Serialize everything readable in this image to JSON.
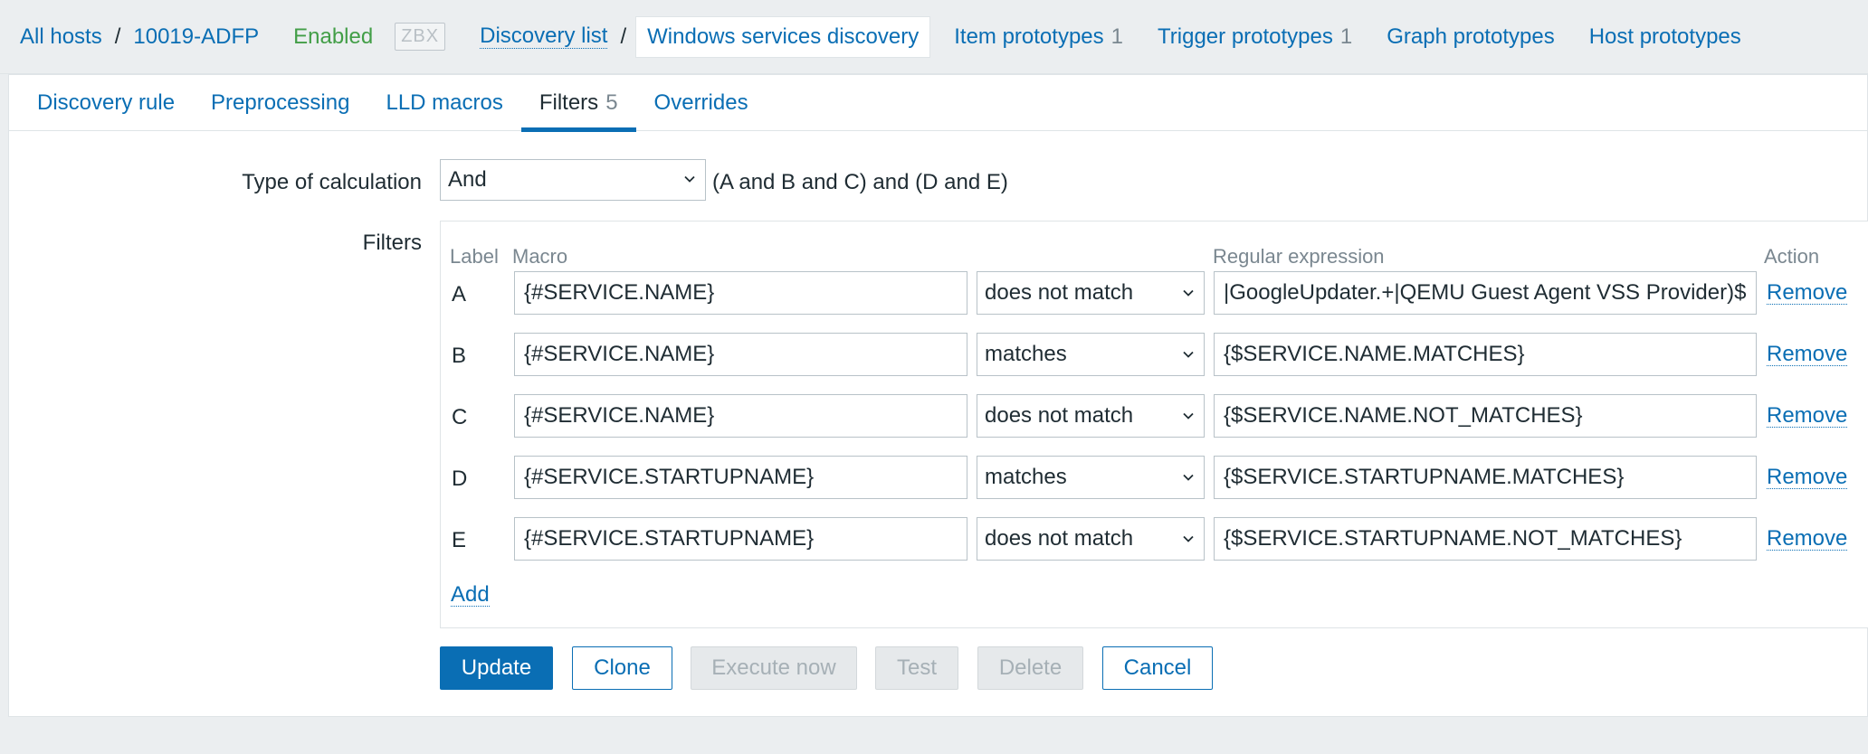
{
  "breadcrumb": {
    "all_hosts": "All hosts",
    "separator": "/",
    "host": "10019-ADFP",
    "status": "Enabled",
    "zbx_badge": "ZBX",
    "discovery_list": "Discovery list",
    "separator2": "/",
    "current_rule": "Windows services discovery",
    "item_prototypes": "Item prototypes",
    "item_prototypes_count": "1",
    "trigger_prototypes": "Trigger prototypes",
    "trigger_prototypes_count": "1",
    "graph_prototypes": "Graph prototypes",
    "host_prototypes": "Host prototypes"
  },
  "tabs": [
    {
      "label": "Discovery rule"
    },
    {
      "label": "Preprocessing"
    },
    {
      "label": "LLD macros"
    },
    {
      "label": "Filters",
      "count": "5",
      "active": true
    },
    {
      "label": "Overrides"
    }
  ],
  "form": {
    "calc_label": "Type of calculation",
    "calc_value": "And",
    "calc_formula": "(A and B and C) and (D and E)",
    "filters_label": "Filters"
  },
  "filters": {
    "headers": {
      "label": "Label",
      "macro": "Macro",
      "regex": "Regular expression",
      "action": "Action"
    },
    "rows": [
      {
        "label": "A",
        "macro": "{#SERVICE.NAME}",
        "operator": "does not match",
        "regex": "|GoogleUpdater.+|QEMU Guest Agent VSS Provider)$",
        "action": "Remove"
      },
      {
        "label": "B",
        "macro": "{#SERVICE.NAME}",
        "operator": "matches",
        "regex": "{$SERVICE.NAME.MATCHES}",
        "action": "Remove"
      },
      {
        "label": "C",
        "macro": "{#SERVICE.NAME}",
        "operator": "does not match",
        "regex": "{$SERVICE.NAME.NOT_MATCHES}",
        "action": "Remove"
      },
      {
        "label": "D",
        "macro": "{#SERVICE.STARTUPNAME}",
        "operator": "matches",
        "regex": "{$SERVICE.STARTUPNAME.MATCHES}",
        "action": "Remove"
      },
      {
        "label": "E",
        "macro": "{#SERVICE.STARTUPNAME}",
        "operator": "does not match",
        "regex": "{$SERVICE.STARTUPNAME.NOT_MATCHES}",
        "action": "Remove"
      }
    ],
    "add_label": "Add"
  },
  "buttons": {
    "update": "Update",
    "clone": "Clone",
    "execute_now": "Execute now",
    "test": "Test",
    "delete": "Delete",
    "cancel": "Cancel"
  },
  "icons": {
    "dropdown": "chevron-down-icon"
  },
  "colors": {
    "link": "#0a6eb4",
    "enabled": "#429e47",
    "primary_button": "#0a6eb4"
  }
}
